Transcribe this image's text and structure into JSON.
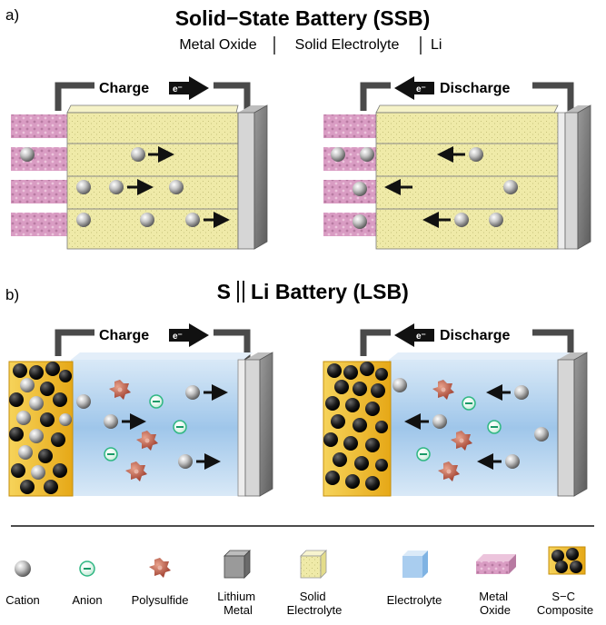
{
  "panel_a": {
    "letter": "a)",
    "title": "Solid−State Battery (SSB)",
    "subtitle_parts": [
      "Metal Oxide",
      "Solid Electrolyte",
      "Li"
    ],
    "charge_label": "Charge",
    "discharge_label": "Discharge",
    "electron_label": "e⁻"
  },
  "panel_b": {
    "letter": "b)",
    "title_parts": [
      "S",
      "Li Battery (LSB)"
    ],
    "charge_label": "Charge",
    "discharge_label": "Discharge",
    "electron_label": "e⁻"
  },
  "legend": {
    "items": [
      {
        "label": "Cation",
        "icon": "cation-sphere-icon"
      },
      {
        "label": "Anion",
        "icon": "anion-minus-icon"
      },
      {
        "label": "Polysulfide",
        "icon": "polysulfide-star-icon"
      },
      {
        "label": "Lithium\nMetal",
        "icon": "lithium-metal-cube-icon"
      },
      {
        "label": "Solid\nElectrolyte",
        "icon": "solid-electrolyte-cube-icon"
      },
      {
        "label": "Electrolyte",
        "icon": "electrolyte-cube-icon"
      },
      {
        "label": "Metal\nOxide",
        "icon": "metal-oxide-slab-icon"
      },
      {
        "label": "S−C\nComposite",
        "icon": "sc-composite-icon"
      }
    ]
  },
  "colors": {
    "cation": "#9a9a9a",
    "anion": "#2fb783",
    "polysulfide": "#b84a3a",
    "lithium_metal": "#7a7a7a",
    "solid_electrolyte": "#efeaa8",
    "electrolyte": "#bcd8f0",
    "metal_oxide": "#d79ac0",
    "sulfur_gold": "#f2c230",
    "carbon": "#1c1c1c",
    "wire": "#4a4a4a"
  }
}
